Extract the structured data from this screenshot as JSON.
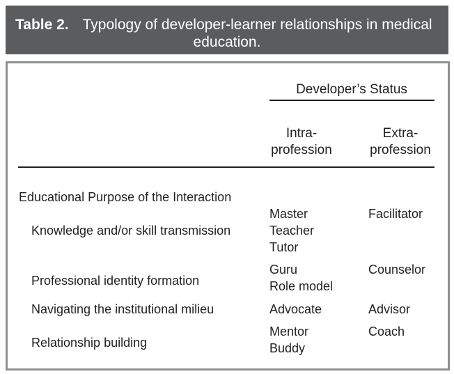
{
  "caption": {
    "label": "Table 2.",
    "text_line1": "Typology of developer-learner relationships in medical",
    "text_line2": "education."
  },
  "table": {
    "spanner_header": "Developer’s Status",
    "col_headers": [
      {
        "line1": "Intra-",
        "line2": "profession"
      },
      {
        "line1": "Extra-",
        "line2": "profession"
      }
    ],
    "section_header": "Educational Purpose of the Interaction",
    "rows": [
      {
        "label": "Knowledge and/or skill transmission",
        "intra": [
          "Master",
          "Teacher",
          "Tutor"
        ],
        "extra": [
          "Facilitator"
        ]
      },
      {
        "label": "Professional identity formation",
        "intra": [
          "Guru",
          "Role model"
        ],
        "extra": [
          "Counselor"
        ]
      },
      {
        "label": "Navigating the institutional milieu",
        "intra": [
          "Advocate"
        ],
        "extra": [
          "Advisor"
        ]
      },
      {
        "label": "Relationship building",
        "intra": [
          "Mentor",
          "Buddy"
        ],
        "extra": [
          "Coach"
        ]
      }
    ]
  }
}
